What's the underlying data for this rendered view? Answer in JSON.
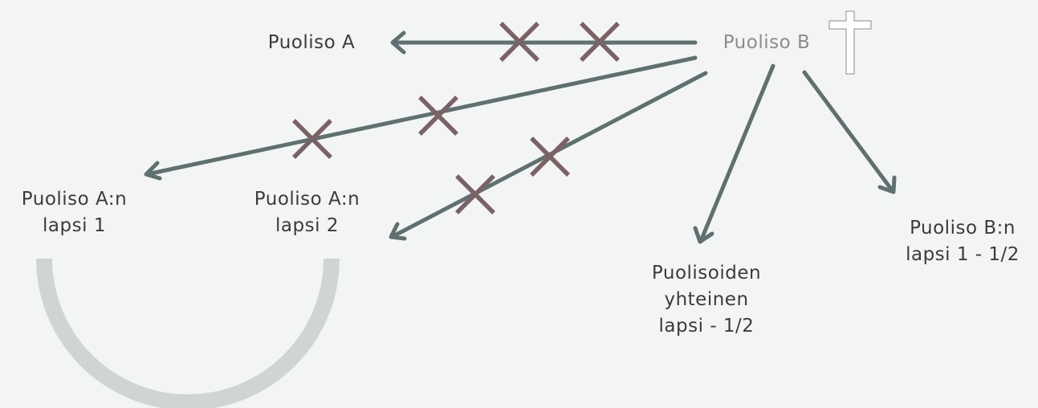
{
  "nodes": {
    "spouse_a": "Puoliso A",
    "spouse_b": "Puoliso B",
    "spouse_a_child_1": "Puoliso A:n\nlapsi 1",
    "spouse_a_child_2": "Puoliso A:n\nlapsi 2",
    "common_child": "Puolisoiden\nyhteinen\nlapsi - 1/2",
    "spouse_b_child_1": "Puoliso B:n\nlapsi 1 - 1/2"
  },
  "colors": {
    "background": "#f3f5f4",
    "arrow": "#5f7070",
    "cross": "#7a6265",
    "arc": "#cfd5d3",
    "text": "#3b3b3b",
    "text_muted": "#8a8d8c",
    "cross_symbol": "#ffffff"
  },
  "icons": {
    "deceased": "latin-cross-icon"
  }
}
